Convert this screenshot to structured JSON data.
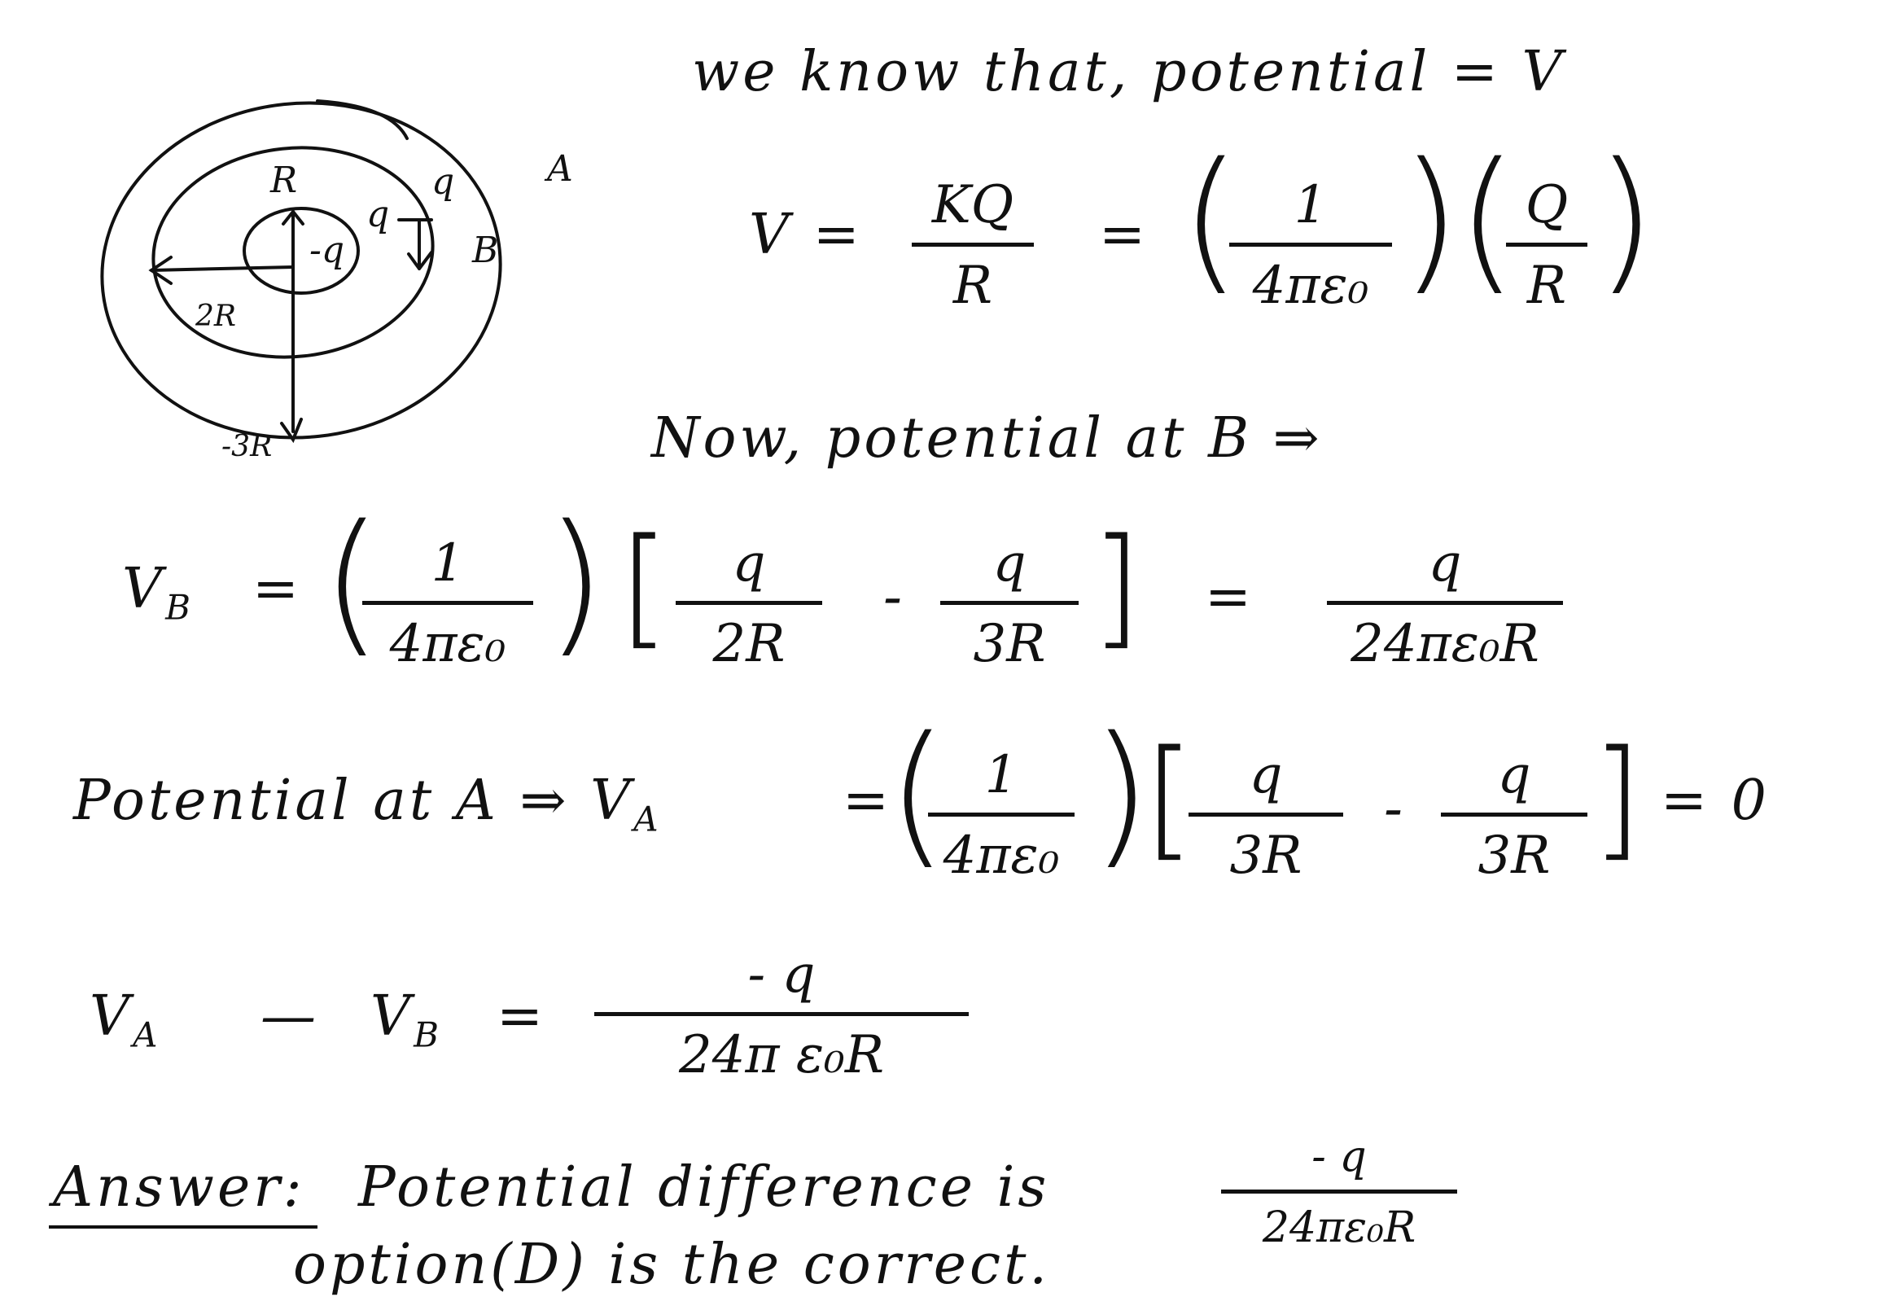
{
  "diagram": {
    "labels": {
      "outer_label": "A",
      "middle_label": "B",
      "inner_charge": "-q",
      "middle_charge_inner": "q",
      "middle_charge_outer": "q",
      "radius_inner": "R",
      "radius_middle": "2R",
      "radius_outer": "-3R"
    }
  },
  "line1": {
    "text": "we know that, potential = V"
  },
  "line2": {
    "lhs": "V =",
    "frac1_num": "KQ",
    "frac1_den": "R",
    "eq": "=",
    "frac2_num": "1",
    "frac2_den": "4πε₀",
    "frac3_num": "Q",
    "frac3_den": "R"
  },
  "line3": {
    "text": "Now, potential at B ⇒"
  },
  "line4": {
    "lhs": "V",
    "lhs_sub": "B",
    "eq1": "=",
    "frac1_num": "1",
    "frac1_den": "4πε₀",
    "frac2_num": "q",
    "frac2_den": "2R",
    "minus": "-",
    "frac3_num": "q",
    "frac3_den": "3R",
    "eq2": "=",
    "frac4_num": "q",
    "frac4_den": "24πε₀R"
  },
  "line5": {
    "prefix": "Potential at A ⇒ V",
    "prefix_sub": "A",
    "eq1": "=",
    "frac1_num": "1",
    "frac1_den": "4πε₀",
    "frac2_num": "q",
    "frac2_den": "3R",
    "minus": "-",
    "frac3_num": "q",
    "frac3_den": "3R",
    "eq2": "= 0"
  },
  "line6": {
    "a": "V",
    "a_sub": "A",
    "minus": "—",
    "b": "V",
    "b_sub": "B",
    "eq": "=",
    "frac_num": "- q",
    "frac_den": "24π ε₀R"
  },
  "answer": {
    "label": "Answer:",
    "text": "Potential difference is",
    "frac_num": "- q",
    "frac_den": "24πε₀R",
    "line2": "option(D) is the correct."
  }
}
